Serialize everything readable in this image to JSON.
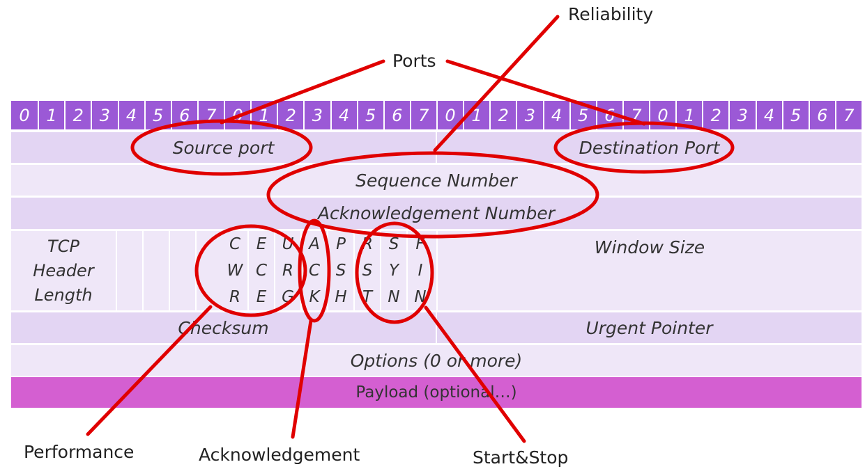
{
  "bit_labels": [
    "0",
    "1",
    "2",
    "3",
    "4",
    "5",
    "6",
    "7",
    "0",
    "1",
    "2",
    "3",
    "4",
    "5",
    "6",
    "7",
    "0",
    "1",
    "2",
    "3",
    "4",
    "5",
    "6",
    "7",
    "0",
    "1",
    "2",
    "3",
    "4",
    "5",
    "6",
    "7"
  ],
  "fields": {
    "source_port": "Source port",
    "destination_port": "Destination Port",
    "sequence_number": "Sequence Number",
    "acknowledgement_number": "Acknowledgement Number",
    "header_length": [
      "TCP",
      "Header",
      "Length"
    ],
    "window_size": "Window Size",
    "checksum": "Checksum",
    "urgent_pointer": "Urgent Pointer",
    "options": "Options (0 or more)",
    "payload": "Payload (optional…)"
  },
  "flags": [
    [
      "C",
      "W",
      "R"
    ],
    [
      "E",
      "C",
      "E"
    ],
    [
      "U",
      "R",
      "G"
    ],
    [
      "A",
      "C",
      "K"
    ],
    [
      "P",
      "S",
      "H"
    ],
    [
      "R",
      "S",
      "T"
    ],
    [
      "S",
      "Y",
      "N"
    ],
    [
      "F",
      "I",
      "N"
    ]
  ],
  "annotations": {
    "reliability": "Reliability",
    "ports": "Ports",
    "performance": "Performance",
    "acknowledgement": "Acknowledgement",
    "start_stop": "Start&Stop"
  },
  "colors": {
    "bit_row": "#9b59d6",
    "field_row": "#e3d5f3",
    "payload": "#d45fd1",
    "annotation": "#e00000"
  }
}
